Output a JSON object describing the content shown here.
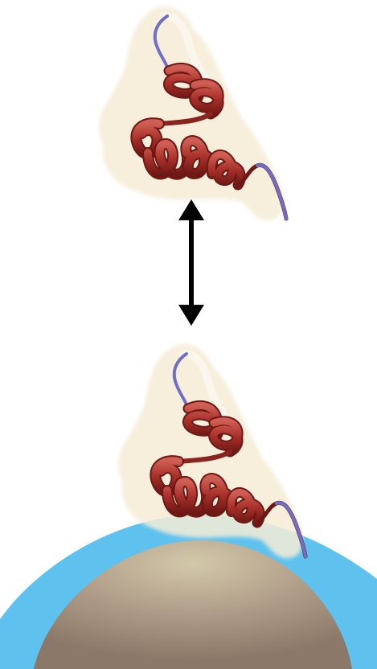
{
  "colors": {
    "background": "#ffffff",
    "helix": "#a8302a",
    "helix_dark": "#6e1815",
    "helix_light": "#d06a5e",
    "coil": "#6f6fc8",
    "surface": "#f6ecd6",
    "nanoparticle_shell": "#5fc2ee",
    "nanoparticle_core": "#a89682",
    "nanoparticle_core_highlight": "#d6ccae",
    "arrow": "#000000"
  },
  "icons": {
    "arrow": "double-headed-arrow",
    "protein": "ribbon-helix-bundle",
    "particle": "core-shell-sphere"
  }
}
